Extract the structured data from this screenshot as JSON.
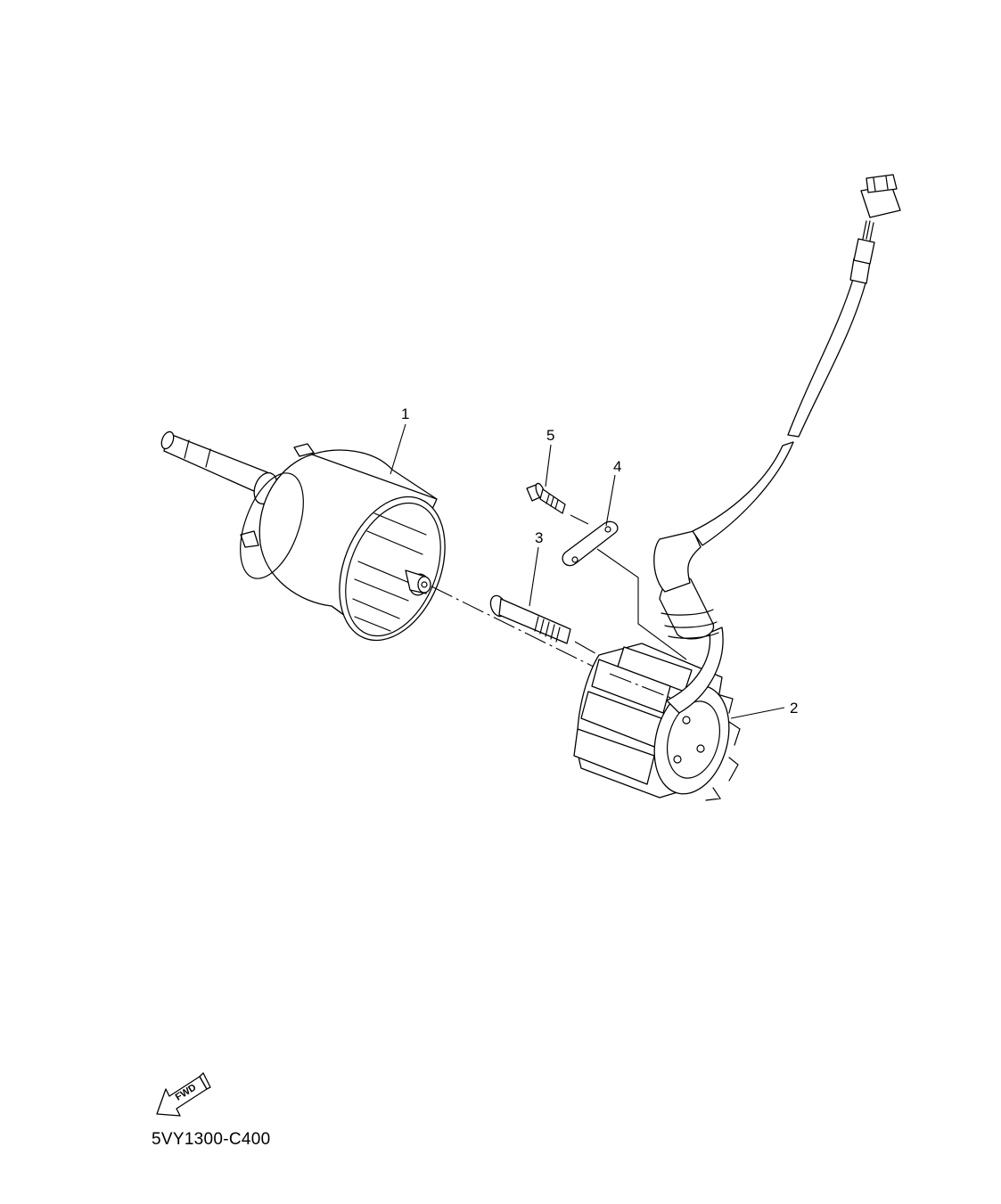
{
  "diagram": {
    "title": "Generator exploded parts diagram",
    "code": "5VY1300-C400",
    "direction_indicator": "FWD",
    "parts": [
      {
        "ref": "1",
        "name": "rotor",
        "label": "1"
      },
      {
        "ref": "2",
        "name": "stator-with-lead",
        "label": "2"
      },
      {
        "ref": "3",
        "name": "stator-bolt",
        "label": "3"
      },
      {
        "ref": "4",
        "name": "lead-clamp",
        "label": "4"
      },
      {
        "ref": "5",
        "name": "clamp-bolt",
        "label": "5"
      }
    ]
  }
}
